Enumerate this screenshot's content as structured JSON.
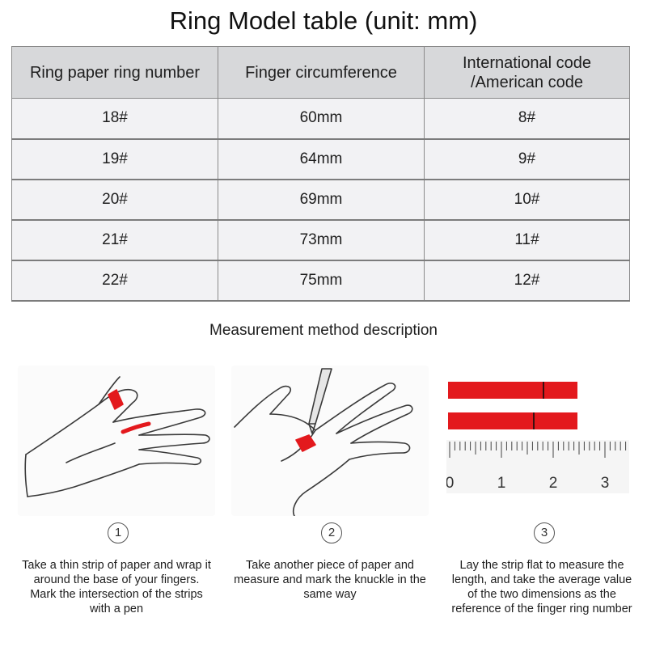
{
  "title": "Ring Model table (unit: mm)",
  "table": {
    "headers": [
      "Ring paper ring number",
      "Finger circumference",
      "International code\n/American code"
    ],
    "header_line1": "International code",
    "header_line2": "/American code",
    "rows": [
      [
        "18#",
        "60mm",
        "8#"
      ],
      [
        "19#",
        "64mm",
        "9#"
      ],
      [
        "20#",
        "69mm",
        "10#"
      ],
      [
        "21#",
        "73mm",
        "11#"
      ],
      [
        "22#",
        "75mm",
        "12#"
      ]
    ]
  },
  "method_title": "Measurement method description",
  "steps": [
    {
      "number": "1",
      "text": "Take a thin strip of paper and wrap it around the base of your fingers. Mark the intersection of the strips with a pen",
      "icon": "hand-wrap-paper-icon"
    },
    {
      "number": "2",
      "text": "Take another piece of paper and measure and mark the knuckle in the same way",
      "icon": "hand-pen-mark-icon"
    },
    {
      "number": "3",
      "text": "Lay the strip flat to measure the length, and take the average value of the two dimensions as the reference of the finger ring number",
      "icon": "ruler-strips-icon"
    }
  ],
  "ruler": {
    "labels": [
      "0",
      "1",
      "2",
      "3"
    ]
  },
  "colors": {
    "strip_red": "#e3191d",
    "header_bg": "#d7d8da",
    "cell_bg": "#f2f2f4"
  }
}
